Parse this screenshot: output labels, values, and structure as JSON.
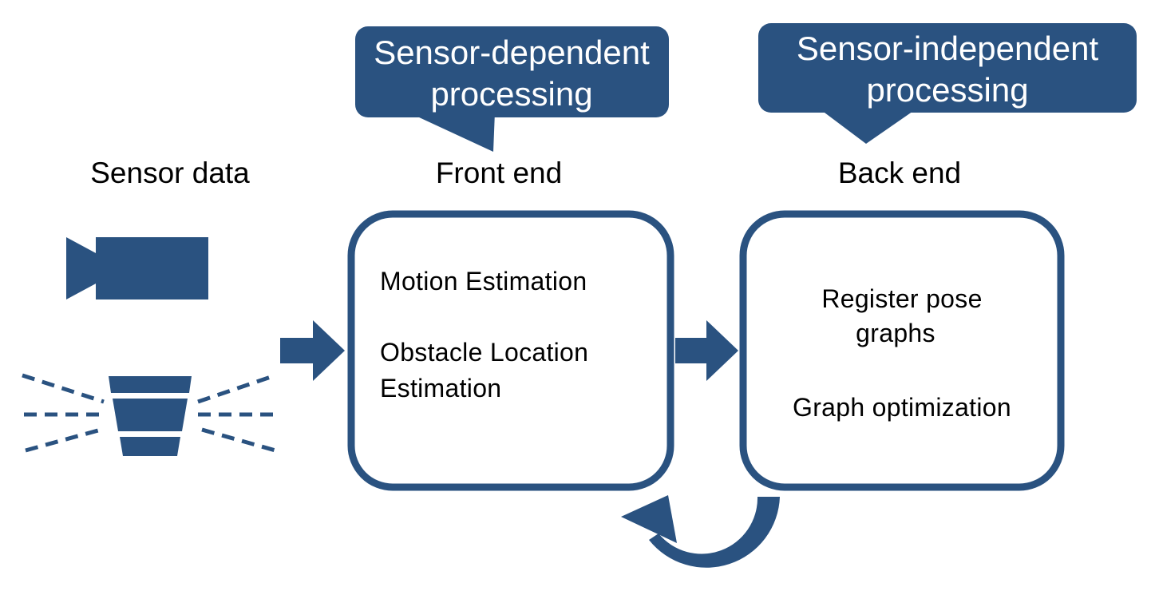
{
  "callouts": {
    "sensor_dependent": [
      "Sensor-dependent",
      "processing"
    ],
    "sensor_independent": [
      "Sensor-independent",
      "processing"
    ]
  },
  "headings": {
    "sensor_data": "Sensor data",
    "front_end": "Front end",
    "back_end": "Back end"
  },
  "front_end_box": {
    "line1": "Motion Estimation",
    "line2": "Obstacle Location",
    "line3": "Estimation"
  },
  "back_end_box": {
    "line1": "Register pose",
    "line2": "graphs",
    "line3": "Graph optimization"
  },
  "icons": {
    "camera": "video-camera-icon",
    "lidar": "lidar-sensor-icon",
    "arrow_right": "right-arrow-icon",
    "feedback": "curved-feedback-arrow-icon"
  },
  "colors": {
    "accent": "#2a5280",
    "text": "#000000",
    "background": "#ffffff"
  }
}
